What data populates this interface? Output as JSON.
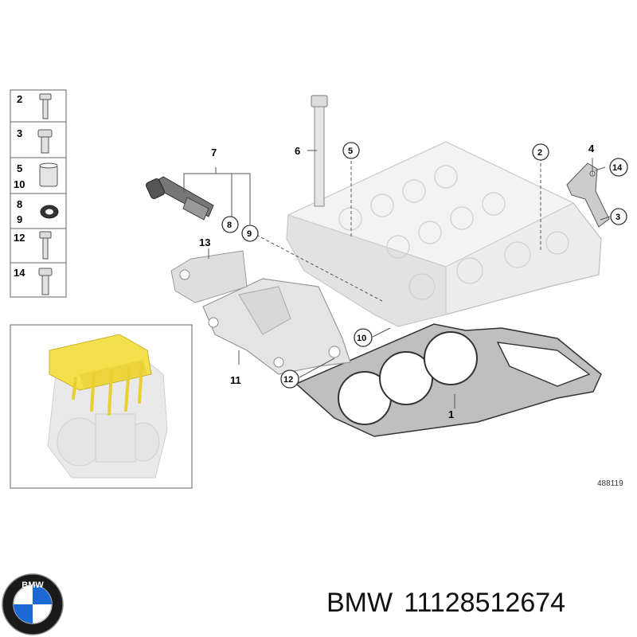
{
  "legend": [
    {
      "labels": [
        "2"
      ]
    },
    {
      "labels": [
        "3"
      ]
    },
    {
      "labels": [
        "5",
        "10"
      ]
    },
    {
      "labels": [
        "8",
        "9"
      ]
    },
    {
      "labels": [
        "12"
      ]
    },
    {
      "labels": [
        "14"
      ]
    }
  ],
  "callouts": {
    "n1": "1",
    "n2": "2",
    "n3": "3",
    "n4": "4",
    "n5": "5",
    "n6": "6",
    "n7": "7",
    "n8": "8",
    "n9": "9",
    "n10": "10",
    "n11": "11",
    "n12": "12",
    "n13": "13",
    "n14": "14"
  },
  "ref_number": "488119",
  "brand": {
    "name": "BMW",
    "part_number": "11128512674",
    "logo_letters": "BMW"
  },
  "colors": {
    "highlight": "#f4e04d",
    "part_gray": "#e8e8e8",
    "line": "#555555"
  }
}
